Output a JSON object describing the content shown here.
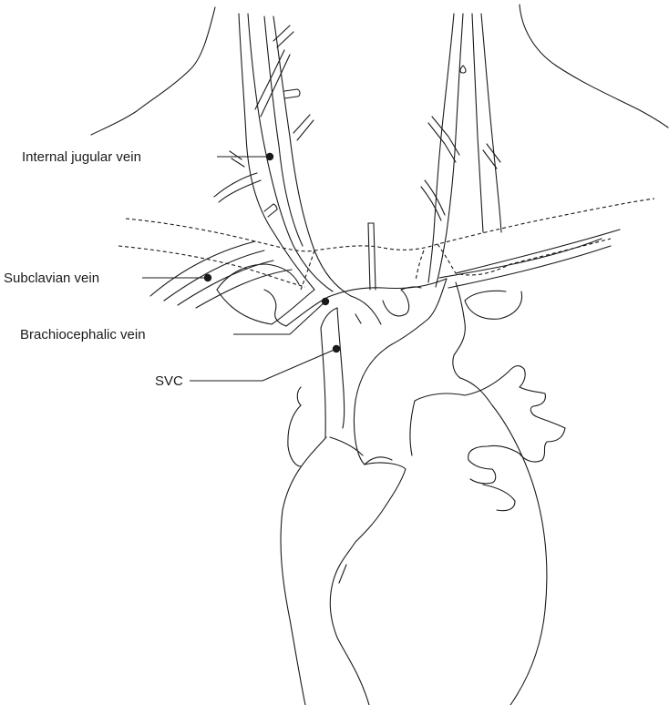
{
  "diagram": {
    "labels": {
      "internal_jugular_vein": "Internal jugular vein",
      "subclavian_vein": "Subclavian vein",
      "brachiocephalic_vein": "Brachiocephalic vein",
      "svc": "SVC"
    }
  }
}
